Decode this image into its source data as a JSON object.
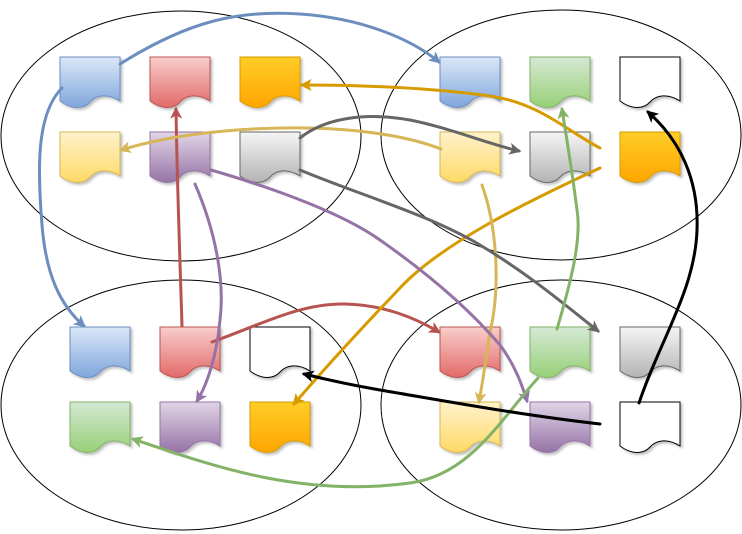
{
  "diagram": {
    "groups": [
      {
        "id": "top-left",
        "documents": [
          {
            "id": "tl-1",
            "color": "blue"
          },
          {
            "id": "tl-2",
            "color": "red"
          },
          {
            "id": "tl-3",
            "color": "orange"
          },
          {
            "id": "tl-4",
            "color": "yellow"
          },
          {
            "id": "tl-5",
            "color": "purple"
          },
          {
            "id": "tl-6",
            "color": "gray"
          }
        ]
      },
      {
        "id": "top-right",
        "documents": [
          {
            "id": "tr-1",
            "color": "blue"
          },
          {
            "id": "tr-2",
            "color": "green"
          },
          {
            "id": "tr-3",
            "color": "white"
          },
          {
            "id": "tr-4",
            "color": "yellow"
          },
          {
            "id": "tr-5",
            "color": "gray"
          },
          {
            "id": "tr-6",
            "color": "orange"
          }
        ]
      },
      {
        "id": "bottom-left",
        "documents": [
          {
            "id": "bl-1",
            "color": "blue"
          },
          {
            "id": "bl-2",
            "color": "red"
          },
          {
            "id": "bl-3",
            "color": "white"
          },
          {
            "id": "bl-4",
            "color": "green"
          },
          {
            "id": "bl-5",
            "color": "purple"
          },
          {
            "id": "bl-6",
            "color": "orange"
          }
        ]
      },
      {
        "id": "bottom-right",
        "documents": [
          {
            "id": "br-1",
            "color": "red"
          },
          {
            "id": "br-2",
            "color": "green"
          },
          {
            "id": "br-3",
            "color": "gray"
          },
          {
            "id": "br-4",
            "color": "yellow"
          },
          {
            "id": "br-5",
            "color": "purple"
          },
          {
            "id": "br-6",
            "color": "white"
          }
        ]
      }
    ],
    "connections": [
      {
        "from": "tl-1",
        "to": "tr-1",
        "color": "blue"
      },
      {
        "from": "tl-1",
        "to": "bl-1",
        "color": "blue"
      },
      {
        "from": "bl-2",
        "to": "tl-2",
        "color": "red"
      },
      {
        "from": "bl-2",
        "to": "br-1",
        "color": "red"
      },
      {
        "from": "tr-6",
        "to": "tl-3",
        "color": "orange"
      },
      {
        "from": "tr-6",
        "to": "bl-6",
        "color": "orange"
      },
      {
        "from": "tr-4",
        "to": "tl-4",
        "color": "yellow"
      },
      {
        "from": "tr-4",
        "to": "br-4",
        "color": "yellow"
      },
      {
        "from": "tl-6",
        "to": "tr-5",
        "color": "gray"
      },
      {
        "from": "tl-6",
        "to": "br-3",
        "color": "gray"
      },
      {
        "from": "tl-5",
        "to": "bl-5",
        "color": "purple"
      },
      {
        "from": "tl-5",
        "to": "br-5",
        "color": "purple"
      },
      {
        "from": "br-2",
        "to": "tr-2",
        "color": "green"
      },
      {
        "from": "br-2",
        "to": "bl-4",
        "color": "green"
      },
      {
        "from": "br-6",
        "to": "tr-3",
        "color": "black"
      },
      {
        "from": "br-6",
        "to": "bl-3",
        "color": "black"
      }
    ],
    "palette": {
      "blue": {
        "top": "#dbe7f8",
        "bottom": "#7fa6dc",
        "stroke": "#6c8ebf",
        "line": "#6c8ebf"
      },
      "red": {
        "top": "#f8cecc",
        "bottom": "#e26a68",
        "stroke": "#b85450",
        "line": "#b85450"
      },
      "orange": {
        "top": "#ffcd28",
        "bottom": "#ffa500",
        "stroke": "#d79b00",
        "line": "#d79b00"
      },
      "yellow": {
        "top": "#fff2cc",
        "bottom": "#ffd966",
        "stroke": "#d6b656",
        "line": "#d6b656"
      },
      "purple": {
        "top": "#e1d5e7",
        "bottom": "#9673a6",
        "stroke": "#9673a6",
        "line": "#9673a6"
      },
      "gray": {
        "top": "#f5f5f5",
        "bottom": "#b3b3b3",
        "stroke": "#666666",
        "line": "#666666"
      },
      "green": {
        "top": "#d5e8d4",
        "bottom": "#97d077",
        "stroke": "#82b366",
        "line": "#82b366"
      },
      "white": {
        "top": "#ffffff",
        "bottom": "#ffffff",
        "stroke": "#000000",
        "line": "#000000"
      },
      "black": {
        "line": "#000000"
      }
    }
  }
}
